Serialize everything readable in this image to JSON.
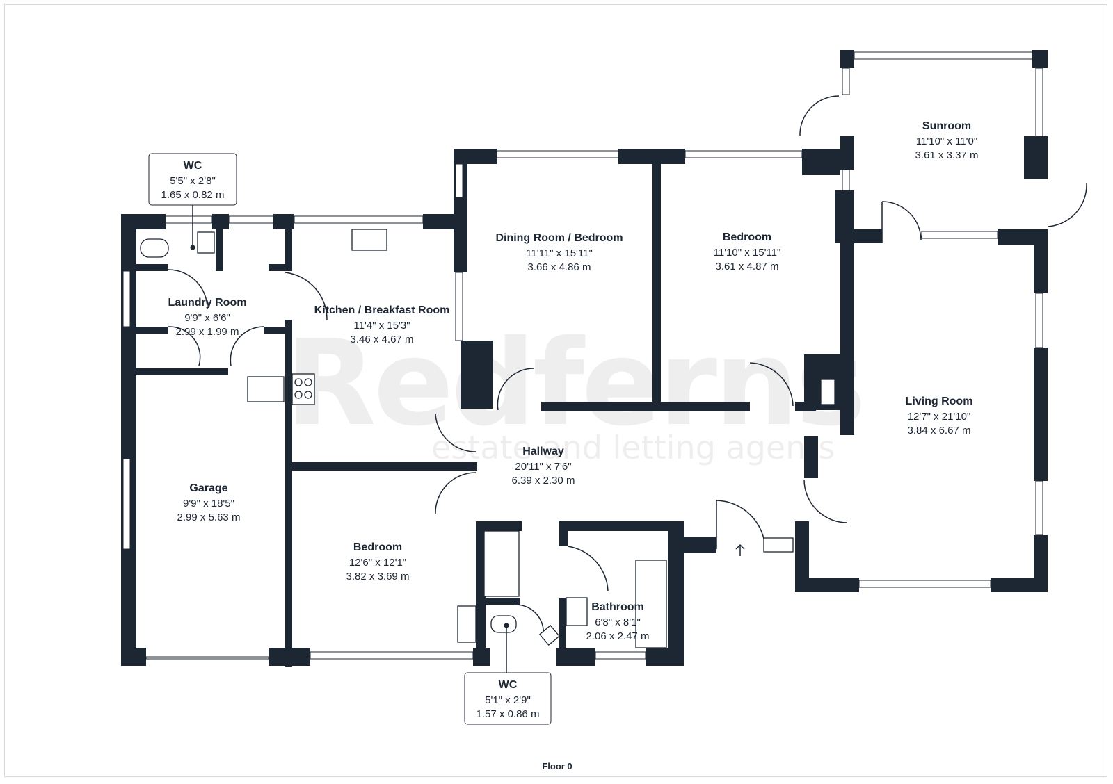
{
  "watermark": {
    "brand": "Redferns",
    "tagline": "estate and letting agents"
  },
  "floor_label": "Floor 0",
  "rooms": [
    {
      "name": "WC",
      "imperial": "5'5\" x 2'8\"",
      "metric": "1.65 x 0.82 m"
    },
    {
      "name": "Laundry Room",
      "imperial": "9'9\" x 6'6\"",
      "metric": "2.99 x 1.99 m"
    },
    {
      "name": "Kitchen  / Breakfast Room",
      "imperial": "11'4\" x 15'3\"",
      "metric": "3.46 x 4.67 m"
    },
    {
      "name": "Dining Room / Bedroom",
      "imperial": "11'11\" x 15'11\"",
      "metric": "3.66 x 4.86 m"
    },
    {
      "name": "Bedroom",
      "imperial": "11'10\" x 15'11\"",
      "metric": "3.61 x 4.87 m"
    },
    {
      "name": "Sunroom",
      "imperial": "11'10\" x 11'0\"",
      "metric": "3.61 x 3.37 m"
    },
    {
      "name": "Living Room",
      "imperial": "12'7\" x 21'10\"",
      "metric": "3.84 x 6.67 m"
    },
    {
      "name": "Hallway",
      "imperial": "20'11\" x 7'6\"",
      "metric": "6.39 x 2.30 m"
    },
    {
      "name": "Garage",
      "imperial": "9'9\" x 18'5\"",
      "metric": "2.99 x 5.63 m"
    },
    {
      "name": "Bedroom",
      "imperial": "12'6\" x 12'1\"",
      "metric": "3.82 x 3.69 m"
    },
    {
      "name": "Bathroom",
      "imperial": "6'8\" x 8'1\"",
      "metric": "2.06 x 2.47 m"
    },
    {
      "name": "WC",
      "imperial": "5'1\" x 2'9\"",
      "metric": "1.57 x 0.86 m"
    }
  ],
  "colors": {
    "wall": "#1d2633",
    "background": "#ffffff",
    "frame": "#d4d7dc"
  }
}
